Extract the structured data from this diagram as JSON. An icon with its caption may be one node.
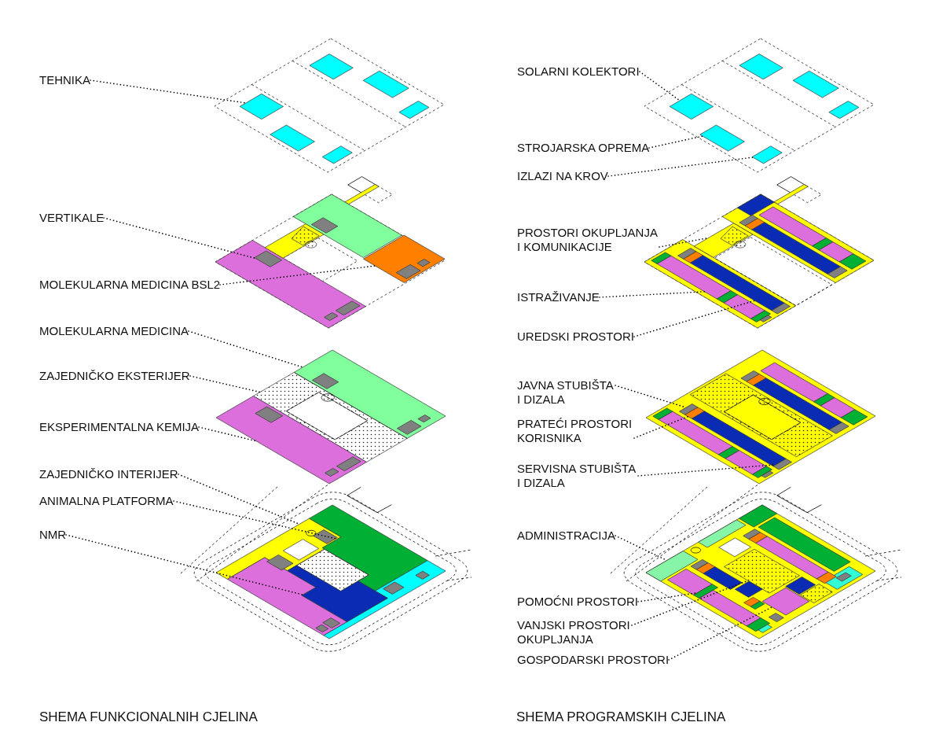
{
  "diagram": {
    "nodes": [
      {
        "text": [
          "TEHNIKA"
        ]
      },
      {
        "text": [
          "VERTIKALE"
        ]
      },
      {
        "text": [
          "MOLEKULARNA MEDICINA BSL2"
        ]
      },
      {
        "text": [
          "MOLEKULARNA MEDICINA"
        ]
      },
      {
        "text": [
          "ZAJEDNIČKO EKSTERIJER"
        ]
      },
      {
        "text": [
          "EKSPERIMENTALNA KEMIJA"
        ]
      },
      {
        "text": [
          "ZAJEDNIČKO INTERIJER"
        ]
      },
      {
        "text": [
          "ANIMALNA PLATFORMA"
        ]
      },
      {
        "text": [
          "NMR"
        ]
      },
      {
        "text": [
          "SOLARNI KOLEKTORI"
        ]
      },
      {
        "text": [
          "STROJARSKA OPREMA"
        ]
      },
      {
        "text": [
          "IZLAZI NA KROV"
        ]
      },
      {
        "text": [
          "PROSTORI OKUPLJANJA I KOMUNIKACIJE"
        ]
      },
      {
        "text": [
          "ISTRAŽIVANJE"
        ]
      },
      {
        "text": [
          "UREDSKI PROSTORI"
        ]
      },
      {
        "text": [
          "JAVNA STUBIŠTA I DIZALA"
        ]
      },
      {
        "text": [
          "PRATEĆI PROSTORI KORISNIKA"
        ]
      },
      {
        "text": [
          "SERVISNA STUBIŠTA I DIZALA"
        ]
      },
      {
        "text": [
          "ADMINISTRACIJA"
        ]
      },
      {
        "text": [
          "POMOĆNI PROSTORI"
        ]
      },
      {
        "text": [
          "VANJSKI PROSTORI OKUPLJANJA"
        ]
      },
      {
        "text": [
          "GOSPODARSKI PROSTORI"
        ]
      },
      {
        "text": [],
        "shape": "diamond"
      },
      {
        "text": [],
        "shape": "box"
      },
      {
        "text": [],
        "shape": "diamond"
      },
      {
        "text": [],
        "shape": "box"
      },
      {
        "text": [],
        "shape": "box"
      },
      {
        "text": [],
        "shape": "box"
      },
      {
        "text": [],
        "shape": "box"
      },
      {
        "text": [],
        "shape": "box"
      },
      {
        "text": [],
        "shape": "box"
      },
      {
        "text": [],
        "shape": "diamond"
      },
      {
        "text": [],
        "shape": "box"
      },
      {
        "text": [],
        "shape": "box"
      },
      {
        "text": [],
        "shape": "box"
      },
      {
        "text": [],
        "shape": "box"
      },
      {
        "text": [],
        "shape": "box"
      },
      {
        "text": [],
        "shape": "box"
      },
      {
        "text": [],
        "shape": "box"
      },
      {
        "text": [],
        "shape": "box"
      },
      {
        "text": [],
        "shape": "box"
      },
      {
        "text": [],
        "shape": "box"
      },
      {
        "text": [],
        "shape": "box"
      },
      {
        "text": [],
        "shape": "diamond"
      }
    ],
    "edges": [
      {
        "from": 0,
        "to": 22,
        "arrow": "none"
      },
      {
        "from": 1,
        "to": 23,
        "arrow": "none"
      },
      {
        "from": 2,
        "to": 24,
        "arrow": "none"
      },
      {
        "from": 3,
        "to": 25,
        "arrow": "none"
      },
      {
        "from": 4,
        "to": 26,
        "arrow": "none"
      },
      {
        "from": 5,
        "to": 27,
        "arrow": "none"
      },
      {
        "from": 6,
        "to": 28,
        "arrow": "none"
      },
      {
        "from": 7,
        "to": 29,
        "arrow": "none"
      },
      {
        "from": 8,
        "to": 30,
        "arrow": "none"
      },
      {
        "from": 9,
        "to": 31,
        "arrow": "none"
      },
      {
        "from": 10,
        "to": 32,
        "arrow": "none"
      },
      {
        "from": 11,
        "to": 33,
        "arrow": "none"
      },
      {
        "from": 12,
        "to": 34,
        "arrow": "none"
      },
      {
        "from": 13,
        "to": 35,
        "arrow": "none"
      },
      {
        "from": 14,
        "to": 36,
        "arrow": "none"
      },
      {
        "from": 15,
        "to": 37,
        "arrow": "none"
      },
      {
        "from": 16,
        "to": 38,
        "arrow": "none"
      },
      {
        "from": 17,
        "to": 39,
        "arrow": "none"
      },
      {
        "from": 18,
        "to": 40,
        "arrow": "none"
      },
      {
        "from": 19,
        "to": 41,
        "arrow": "none"
      },
      {
        "from": 20,
        "to": 42,
        "arrow": "none"
      },
      {
        "from": 21,
        "to": 43,
        "arrow": "none"
      }
    ],
    "labels": [
      "SHEMA FUNKCIONALNIH CJELINA",
      "SHEMA PROGRAMSKIH CJELINA"
    ]
  }
}
